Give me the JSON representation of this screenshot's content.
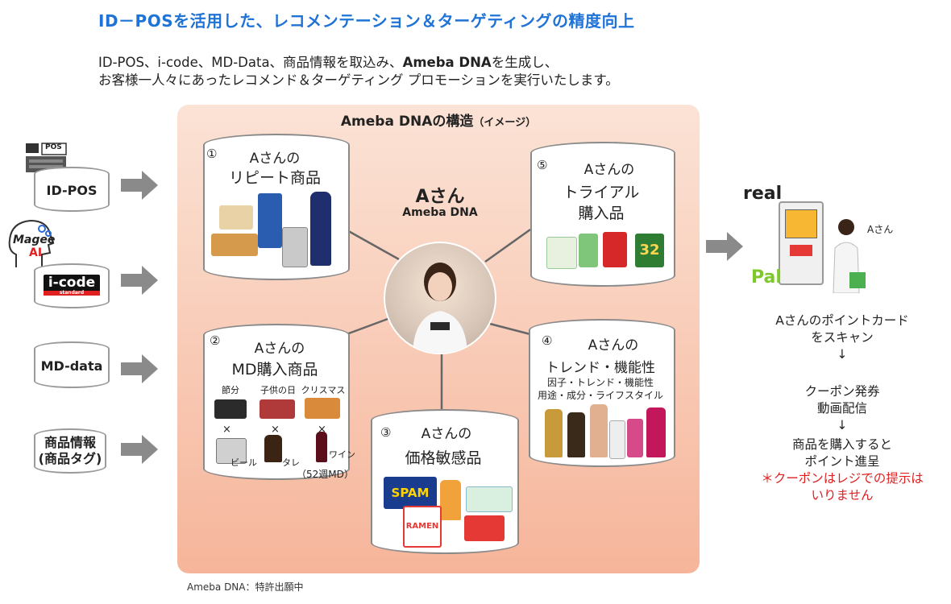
{
  "header": {
    "title": "ID－POSを活用した、レコメンテーション＆ターゲティングの精度向上",
    "subtitle_line1_a": "ID-POS、i-code、MD-Data、商品情報を取込み、",
    "subtitle_line1_b": "Ameba DNA",
    "subtitle_line1_c": "を生成し、",
    "subtitle_line2": "お客様一人々にあったレコメンド＆ターゲティング プロモーションを実行いたします。"
  },
  "sources": {
    "id_pos": "ID-POS",
    "pos_label": "POS",
    "magee": "Magee",
    "ai": "AI",
    "icode": "i-code",
    "icode_sub": "standard",
    "md_data": "MD-data",
    "product_line1": "商品情報",
    "product_line2": "(商品タグ)"
  },
  "panel": {
    "title": "Ameba DNAの構造",
    "title_small": "（イメージ）",
    "center_name": "Aさん",
    "center_sub": "Ameba DNA",
    "c1": {
      "num": "①",
      "line1": "Aさんの",
      "line2": "リピート商品"
    },
    "c2": {
      "num": "②",
      "line1": "Aさんの",
      "line2": "MD購入商品",
      "tags": [
        "節分",
        "子供の日",
        "クリスマス"
      ],
      "drinks": [
        "ビール",
        "タレ",
        "ワイン"
      ],
      "times": "×",
      "note": "（52週MD）"
    },
    "c3": {
      "num": "③",
      "line1": "Aさんの",
      "line2": "価格敏感品",
      "spam": "SPAM",
      "ramen": "RAMEN"
    },
    "c4": {
      "num": "④",
      "line1": "Aさんの",
      "line2": "トレンド・機能性",
      "line3": "因子・トレンド・機能性",
      "line4": "用途・成分・ライフスタイル"
    },
    "c5": {
      "num": "⑤",
      "line1": "Aさんの",
      "line2": "トライアル",
      "line3": "購入品",
      "item": "32"
    }
  },
  "right": {
    "real": "real",
    "pal": "Pal",
    "person": "Aさん",
    "step1_l1": "Aさんのポイントカード",
    "step1_l2": "をスキャン",
    "down1": "↓",
    "step2_l1": "クーポン発券",
    "step2_l2": "動画配信",
    "down2": "↓",
    "step3_l1": "商品を購入すると",
    "step3_l2": "ポイント進呈",
    "note_l1": "＊クーポンはレジでの提示は",
    "note_l2": "いりません"
  },
  "footer": "Ameba DNA：特許出願中",
  "colors": {
    "title": "#1f73d6",
    "panel_top": "#fbe3d6",
    "panel_bottom": "#f6b59a",
    "arrow": "#8a8a8a",
    "note": "#e02020"
  }
}
